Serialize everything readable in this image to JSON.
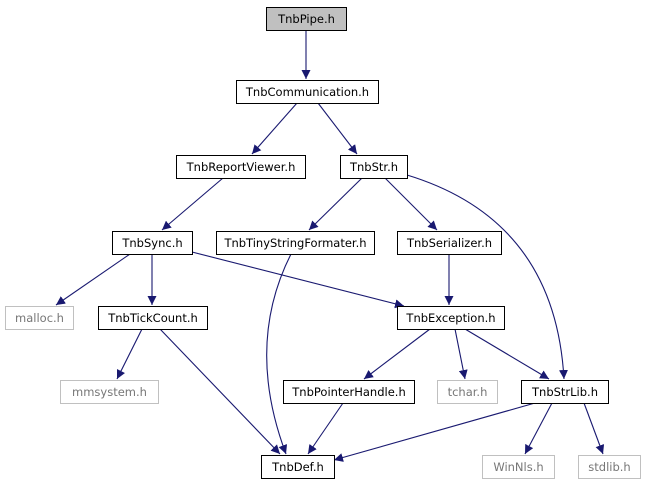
{
  "graph": {
    "nodes": [
      {
        "id": "pipe",
        "label": "TnbPipe.h",
        "style": "root"
      },
      {
        "id": "comm",
        "label": "TnbCommunication.h",
        "style": "normal"
      },
      {
        "id": "report",
        "label": "TnbReportViewer.h",
        "style": "normal"
      },
      {
        "id": "str",
        "label": "TnbStr.h",
        "style": "normal"
      },
      {
        "id": "sync",
        "label": "TnbSync.h",
        "style": "normal"
      },
      {
        "id": "tiny",
        "label": "TnbTinyStringFormater.h",
        "style": "normal"
      },
      {
        "id": "serial",
        "label": "TnbSerializer.h",
        "style": "normal"
      },
      {
        "id": "malloc",
        "label": "malloc.h",
        "style": "system"
      },
      {
        "id": "tick",
        "label": "TnbTickCount.h",
        "style": "normal"
      },
      {
        "id": "exc",
        "label": "TnbException.h",
        "style": "normal"
      },
      {
        "id": "mmsys",
        "label": "mmsystem.h",
        "style": "system"
      },
      {
        "id": "ptr",
        "label": "TnbPointerHandle.h",
        "style": "normal"
      },
      {
        "id": "tchar",
        "label": "tchar.h",
        "style": "system"
      },
      {
        "id": "strlib",
        "label": "TnbStrLib.h",
        "style": "normal"
      },
      {
        "id": "def",
        "label": "TnbDef.h",
        "style": "normal"
      },
      {
        "id": "winnls",
        "label": "WinNls.h",
        "style": "system"
      },
      {
        "id": "stdlib",
        "label": "stdlib.h",
        "style": "system"
      }
    ],
    "edges": [
      [
        "pipe",
        "comm"
      ],
      [
        "comm",
        "report"
      ],
      [
        "comm",
        "str"
      ],
      [
        "report",
        "sync"
      ],
      [
        "str",
        "tiny"
      ],
      [
        "str",
        "serial"
      ],
      [
        "str",
        "strlib"
      ],
      [
        "sync",
        "malloc"
      ],
      [
        "sync",
        "tick"
      ],
      [
        "sync",
        "exc"
      ],
      [
        "serial",
        "exc"
      ],
      [
        "tick",
        "mmsys"
      ],
      [
        "tick",
        "def"
      ],
      [
        "tiny",
        "def"
      ],
      [
        "exc",
        "ptr"
      ],
      [
        "exc",
        "tchar"
      ],
      [
        "exc",
        "strlib"
      ],
      [
        "ptr",
        "def"
      ],
      [
        "strlib",
        "def"
      ],
      [
        "strlib",
        "winnls"
      ],
      [
        "strlib",
        "stdlib"
      ]
    ]
  },
  "colors": {
    "edge": "#191970",
    "root_fill": "#c0c0c0",
    "node_border": "#000000",
    "system_border": "#c0c0c0",
    "system_text": "#777777",
    "text": "#000000"
  }
}
